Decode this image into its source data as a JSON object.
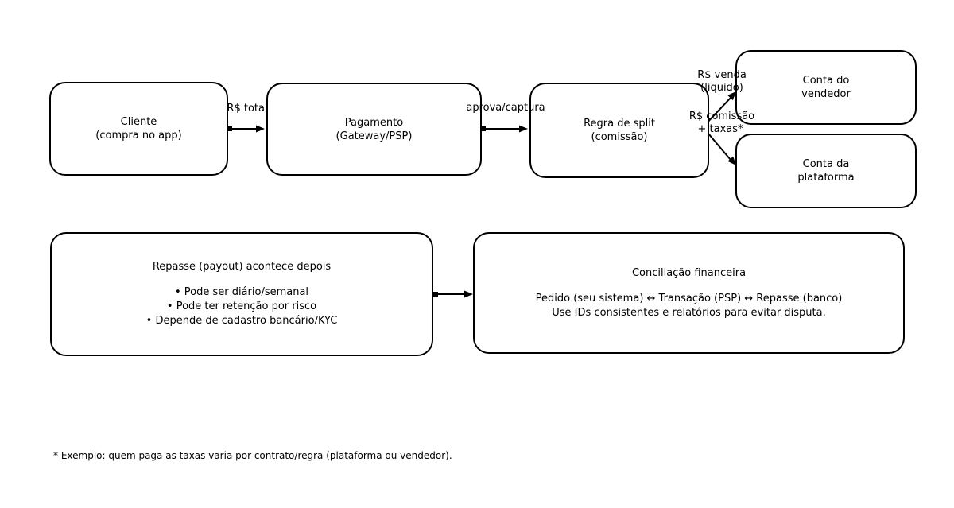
{
  "diagram": {
    "colors": {
      "background": "#ffffff",
      "stroke": "#000000",
      "text": "#000000"
    },
    "nodes": {
      "cliente": {
        "line1": "Cliente",
        "line2": "(compra no app)"
      },
      "pagamento": {
        "line1": "Pagamento",
        "line2": "(Gateway/PSP)"
      },
      "regra_split": {
        "line1": "Regra de split",
        "line2": "(comissão)"
      },
      "conta_vendedor": {
        "line1": "Conta do",
        "line2": "vendedor"
      },
      "conta_plataforma": {
        "line1": "Conta da",
        "line2": "plataforma"
      },
      "repasse": {
        "title": "Repasse (payout) acontece depois",
        "bullets": [
          "• Pode ser diário/semanal",
          "• Pode ter retenção por risco",
          "• Depende de cadastro bancário/KYC"
        ]
      },
      "conciliacao": {
        "title": "Conciliação financeira",
        "line1": "Pedido (seu sistema) ↔ Transação (PSP) ↔ Repasse (banco)",
        "line2": "Use IDs consistentes e relatórios para evitar disputa."
      }
    },
    "edge_labels": {
      "total": "R$ total",
      "aprova": "aprova/captura",
      "venda_l1": "R$ venda",
      "venda_l2": "(liquido)",
      "comissao_l1": "R$ comissão",
      "comissao_l2": "+ taxas*"
    },
    "footnote": "* Exemplo: quem paga as taxas varia por contrato/regra (plataforma ou vendedor)."
  }
}
